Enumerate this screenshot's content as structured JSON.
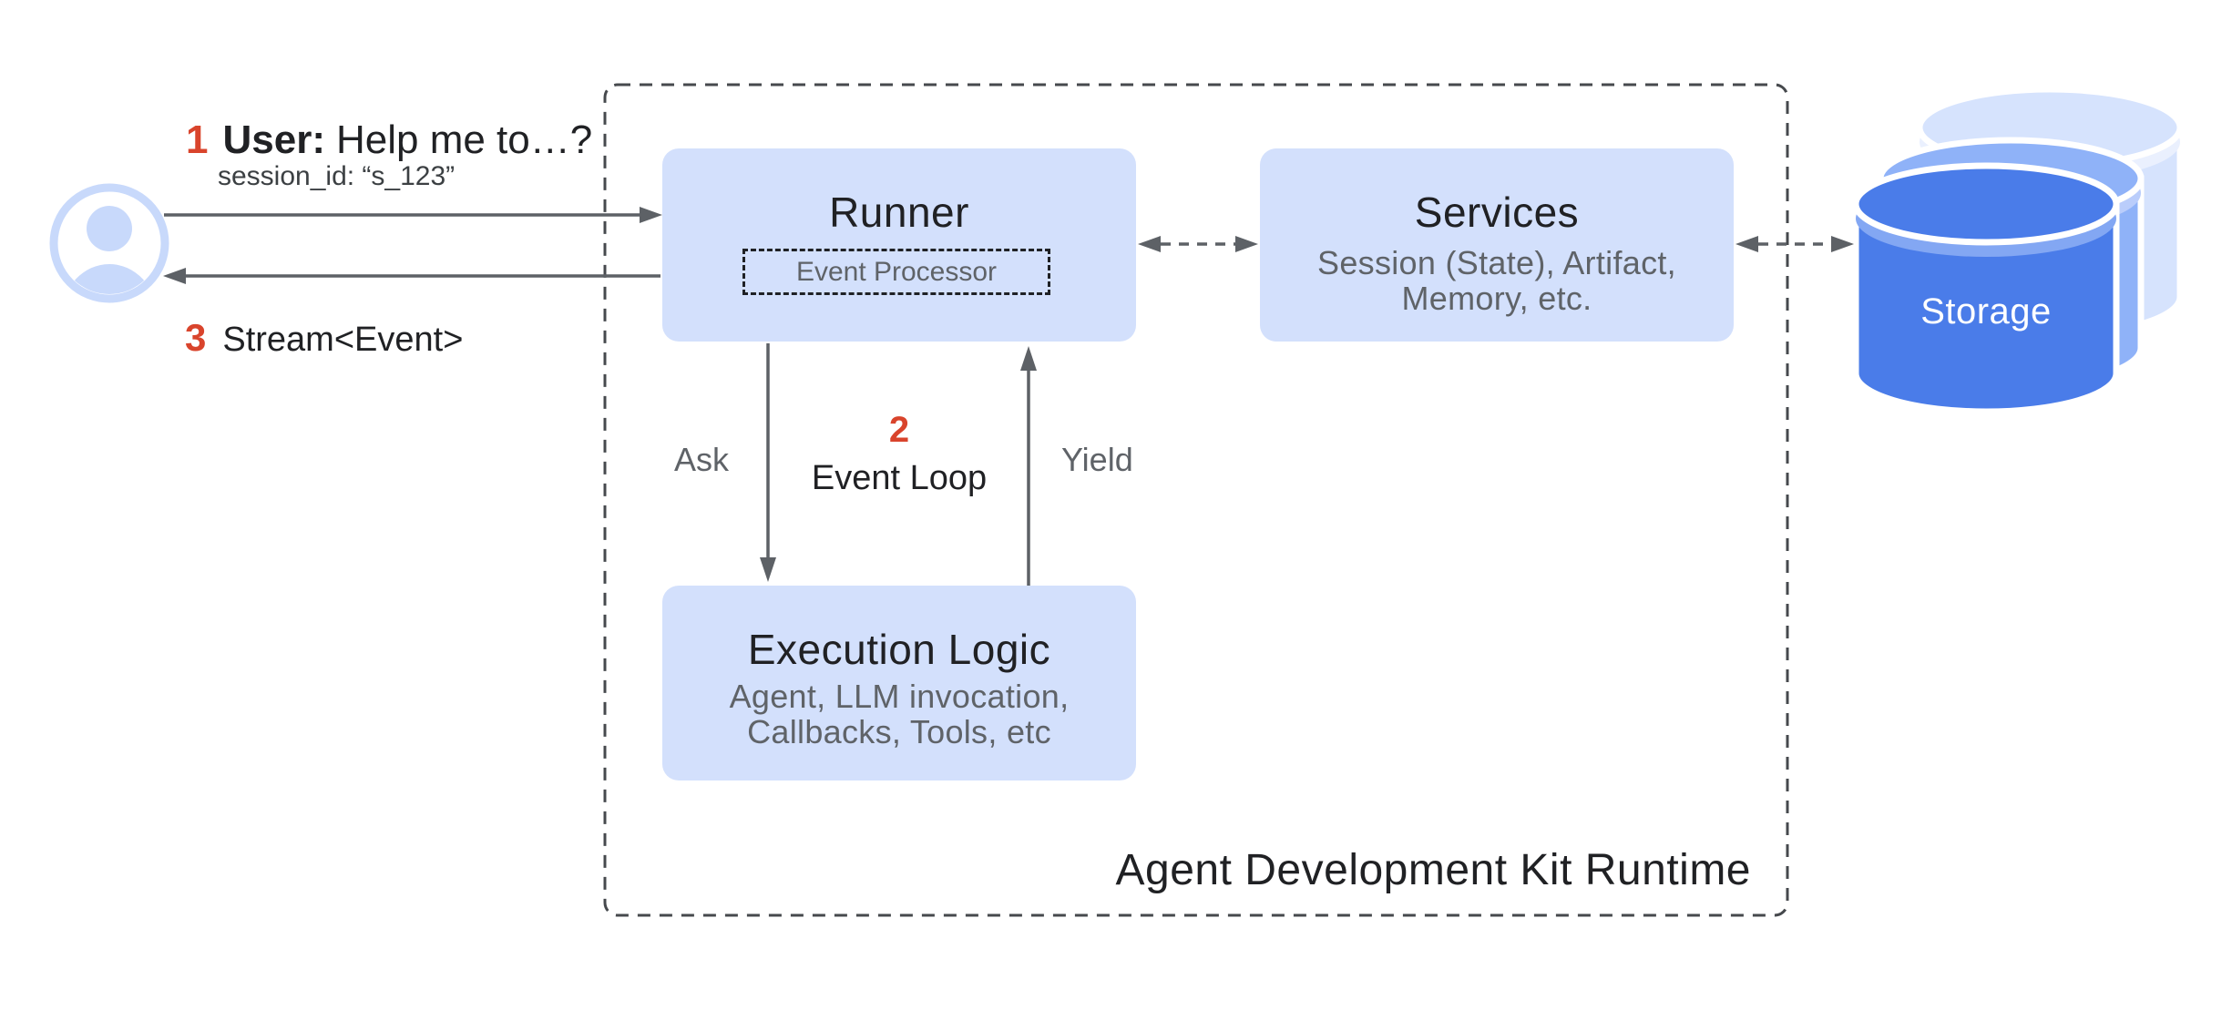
{
  "diagram": {
    "title": "Agent Development Kit Runtime"
  },
  "user_flow": {
    "request": {
      "number": "1",
      "speaker": "User:",
      "text": "Help me to…?"
    },
    "session": "session_id: “s_123”",
    "response": {
      "number": "3",
      "text": "Stream<Event>"
    }
  },
  "runtime": {
    "label": "Agent Development Kit Runtime",
    "runner": {
      "title": "Runner",
      "processor": "Event Processor"
    },
    "services": {
      "title": "Services",
      "subtitle_line1": "Session (State), Artifact,",
      "subtitle_line2": "Memory, etc."
    },
    "execution": {
      "title": "Execution Logic",
      "subtitle_line1": "Agent, LLM invocation,",
      "subtitle_line2": "Callbacks, Tools, etc"
    },
    "event_loop": {
      "number": "2",
      "label": "Event Loop",
      "ask": "Ask",
      "yield": "Yield"
    }
  },
  "storage": {
    "label": "Storage"
  },
  "colors": {
    "box_fill": "#d3e0fc",
    "text_dark": "#202124",
    "text_gray": "#5f6368",
    "accent_red": "#d9442c",
    "arrow_gray": "#5d6166",
    "dashed_border": "#46494d",
    "cylinder_front": "#4a7ce9",
    "cylinder_middle": "#8fb2f8",
    "cylinder_back": "#d6e3fd",
    "avatar_blue": "#c8d9fb"
  }
}
